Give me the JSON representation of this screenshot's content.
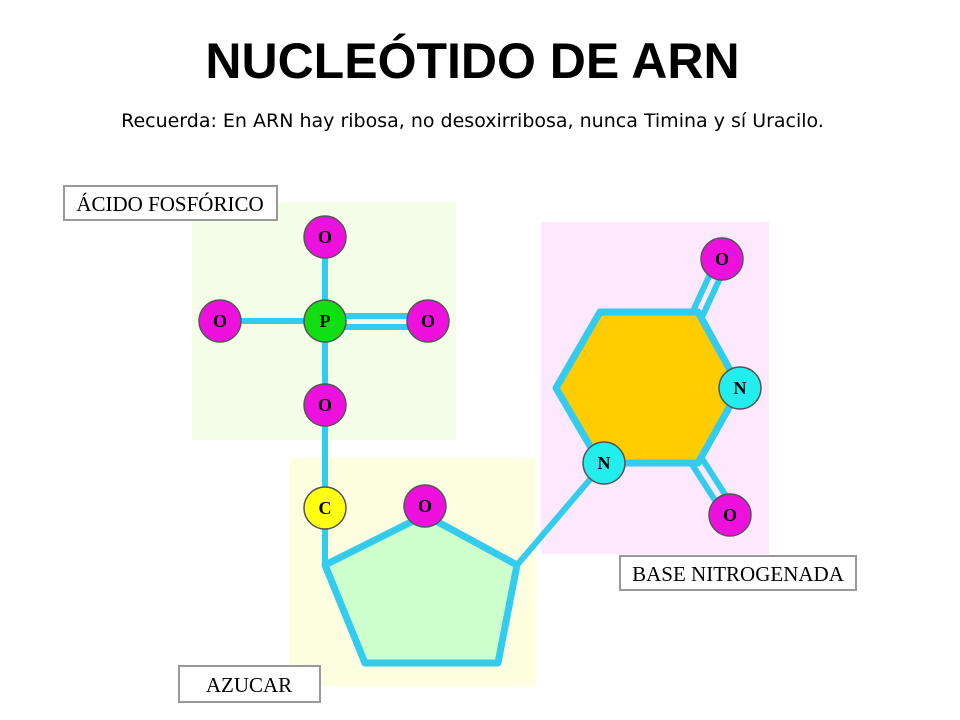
{
  "title": "NUCLEÓTIDO DE ARN",
  "subtitle": "Recuerda: En ARN hay ribosa, no desoxirribosa, nunca Timina y sí Uracilo.",
  "labels": {
    "phosphate": "ÁCIDO FOSFÓRICO",
    "base": "BASE NITROGENADA",
    "sugar": "AZUCAR"
  },
  "atoms": {
    "oxygen": "O",
    "phosphorus": "P",
    "carbon": "C",
    "nitrogen": "N"
  },
  "colors": {
    "bond": "#33ccee",
    "oxygen": "#ee11dd",
    "phosphorus": "#11dd11",
    "carbon": "#ffff11",
    "nitrogen": "#22eeee",
    "phosphate_region": "#f3fde8",
    "sugar_region": "#fdfde0",
    "base_region": "#fde8fd",
    "sugar_ring": "#ccffcc",
    "base_ring": "#ffcc00"
  }
}
